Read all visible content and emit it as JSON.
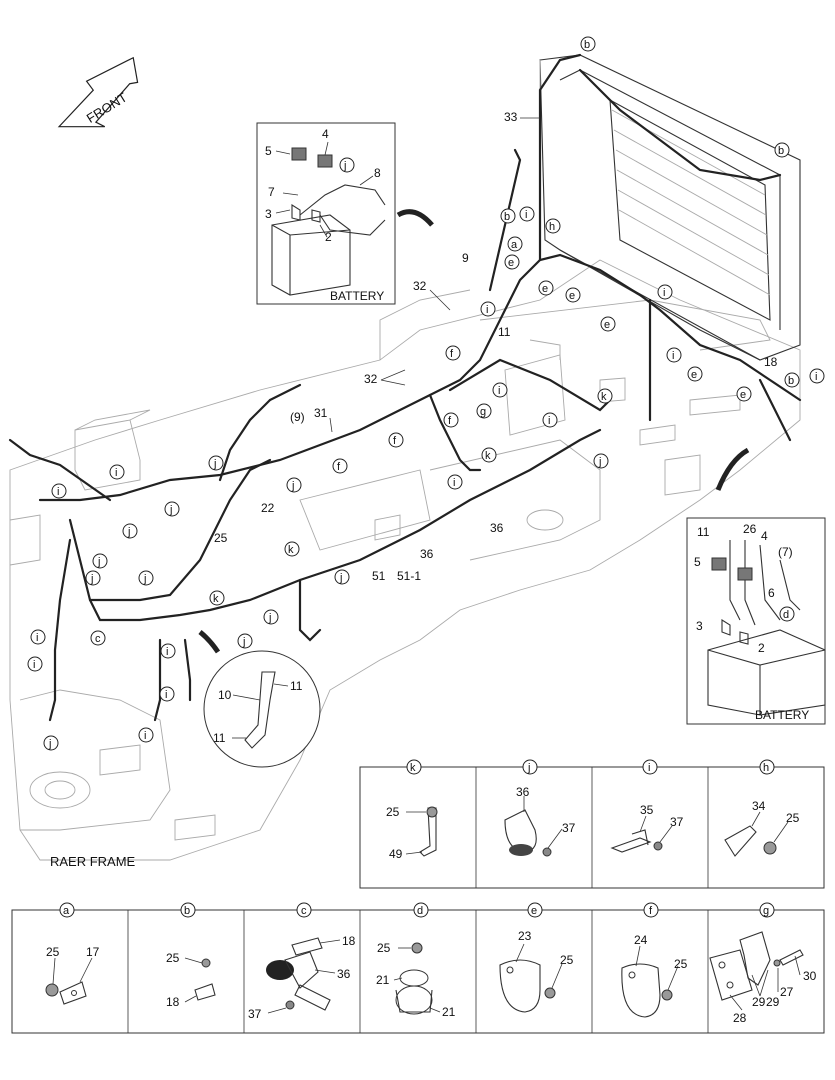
{
  "orientation": {
    "front_label": "FRONT"
  },
  "frame_label": "RAER FRAME",
  "battery_insets": [
    {
      "title": "BATTERY",
      "parts": [
        "5",
        "4",
        "j",
        "8",
        "7",
        "3",
        "2"
      ]
    },
    {
      "title": "BATTERY",
      "parts": [
        "11",
        "26",
        "4",
        "(7)",
        "5",
        "6",
        "d",
        "3",
        "2"
      ]
    }
  ],
  "detail_inset": {
    "parts": [
      "10",
      "11",
      "11"
    ]
  },
  "main_labels": {
    "numbers": [
      "33",
      "9",
      "32",
      "11",
      "32",
      "18",
      "(9)",
      "31",
      "22",
      "25",
      "36",
      "36",
      "51",
      "51-1"
    ],
    "circles": [
      "b",
      "b",
      "b",
      "i",
      "h",
      "a",
      "e",
      "e",
      "e",
      "e",
      "e",
      "e",
      "b",
      "i",
      "i",
      "i",
      "i",
      "i",
      "i",
      "f",
      "f",
      "f",
      "f",
      "g",
      "k",
      "k",
      "k",
      "k",
      "j",
      "j",
      "j",
      "j",
      "j",
      "j",
      "j",
      "j",
      "j",
      "j",
      "j",
      "j",
      "i",
      "i",
      "i",
      "i",
      "i",
      "i",
      "i",
      "i",
      "c"
    ]
  },
  "detail_panels_row1": [
    {
      "key": "k",
      "parts": [
        "25",
        "49"
      ]
    },
    {
      "key": "j",
      "parts": [
        "36",
        "37"
      ]
    },
    {
      "key": "i",
      "parts": [
        "35",
        "37"
      ]
    },
    {
      "key": "h",
      "parts": [
        "34",
        "25"
      ]
    }
  ],
  "detail_panels_row2": [
    {
      "key": "a",
      "parts": [
        "25",
        "17"
      ]
    },
    {
      "key": "b",
      "parts": [
        "25",
        "18"
      ]
    },
    {
      "key": "c",
      "parts": [
        "18",
        "36",
        "37"
      ]
    },
    {
      "key": "d",
      "parts": [
        "25",
        "21",
        "21"
      ]
    },
    {
      "key": "e",
      "parts": [
        "23",
        "25"
      ]
    },
    {
      "key": "f",
      "parts": [
        "24",
        "25"
      ]
    },
    {
      "key": "g",
      "parts": [
        "30",
        "27",
        "29",
        "29",
        "28"
      ]
    }
  ]
}
